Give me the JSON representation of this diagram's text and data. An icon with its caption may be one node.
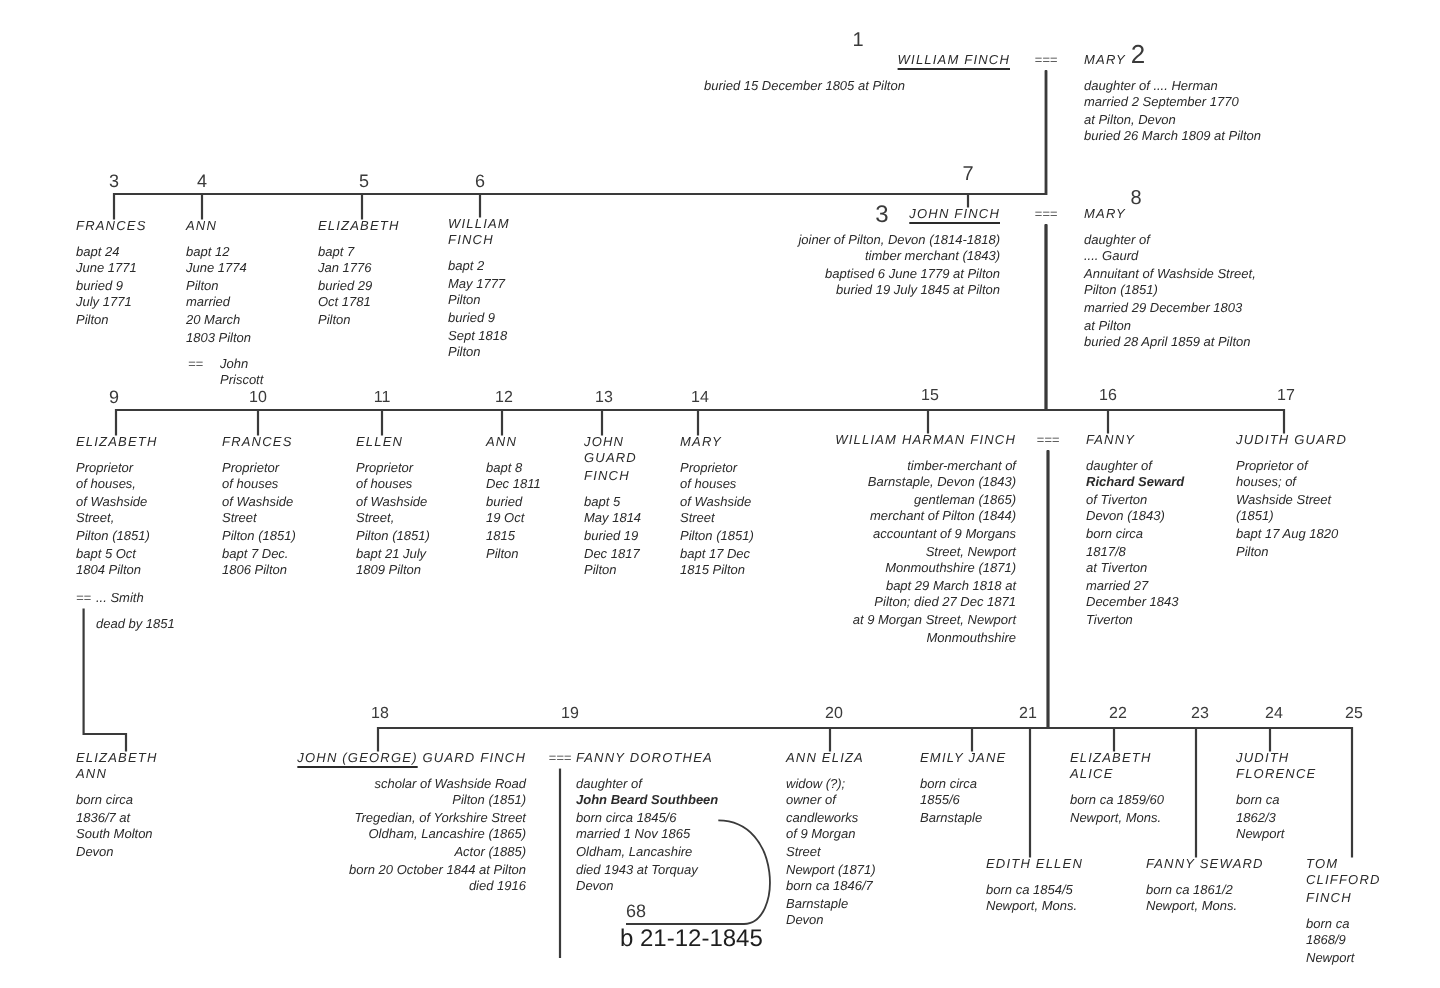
{
  "diagram": {
    "nodes": [
      {
        "text": [
          "WILLIAM FINCH",
          "buried 15 December 1805 at Pilton"
        ]
      },
      {
        "text": [
          "==="
        ]
      },
      {
        "text": [
          "MARY",
          "daughter of .... Herman married 2 September 1770 at Pilton, Devon buried 26 March 1809 at Pilton"
        ]
      },
      {
        "text": [
          "FRANCES",
          "bapt 24 June 1771 buried 9 July 1771 Pilton"
        ]
      },
      {
        "text": [
          "ANN",
          "bapt 12 June 1774 Pilton married 20 March 1803 Pilton"
        ]
      },
      {
        "text": [
          "ELIZABETH",
          "bapt 7 Jan 1776 buried 29 Oct 1781 Pilton"
        ]
      },
      {
        "text": [
          "WILLIAM FINCH",
          "bapt 2 May 1777 Pilton buried 9 Sept 1818 Pilton"
        ]
      },
      {
        "text": [
          "JOHN FINCH",
          "joiner of Pilton, Devon (1814-1818) timber merchant (1843) baptised 6 June 1779 at Pilton buried 19 July 1845 at Pilton"
        ]
      },
      {
        "text": [
          "==="
        ]
      },
      {
        "text": [
          "MARY",
          "daughter of .... Gaurd Annuitant of Washside Street, Pilton (1851) married 29 December 1803 at Pilton buried 28 April 1859 at Pilton"
        ]
      },
      {
        "text": [
          "=="
        ]
      },
      {
        "text": [
          "John Priscott"
        ]
      },
      {
        "text": [
          "ELIZABETH",
          "Proprietor of houses, of Washside Street, Pilton (1851) bapt 5 Oct 1804 Pilton"
        ]
      },
      {
        "text": [
          "FRANCES",
          "Proprietor of houses of Washside Street Pilton (1851) bapt 7 Dec. 1806 Pilton"
        ]
      },
      {
        "text": [
          "ELLEN",
          "Proprietor of houses of Washside Street, Pilton (1851) bapt 21 July 1809 Pilton"
        ]
      },
      {
        "text": [
          "ANN",
          "bapt 8 Dec 1811 buried 19 Oct 1815 Pilton"
        ]
      },
      {
        "text": [
          "JOHN GUARD FINCH",
          "bapt 5 May 1814 buried 19 Dec 1817 Pilton"
        ]
      },
      {
        "text": [
          "MARY",
          "Proprietor of houses of Washside Street Pilton (1851) bapt 17 Dec 1815 Pilton"
        ]
      },
      {
        "text": [
          "WILLIAM HARMAN FINCH",
          "timber-merchant of Barnstaple, Devon (1843) gentleman (1865) merchant of Pilton (1844) accountant of 9 Morgans Street, Newport Monmouthshire (1871) bapt 29 March 1818 at Pilton; died 27 Dec 1871 at 9 Morgan Street, Newport Monmouthshire"
        ]
      },
      {
        "text": [
          "==="
        ]
      },
      {
        "text": [
          "FANNY",
          "daughter of **Richard Seward** of Tiverton Devon (1843) born circa 1817/8 at Tiverton married 27 December 1843 Tiverton"
        ]
      },
      {
        "text": [
          "JUDITH GUARD",
          "Proprietor of houses; of Washside Street (1851) bapt 17 Aug 1820 Pilton"
        ]
      },
      {
        "text": [
          "=="
        ]
      },
      {
        "text": [
          "... Smith",
          "dead by 1851"
        ]
      },
      {
        "text": [
          "ELIZABETH ANN",
          "born circa 1836/7 at South Molton Devon"
        ]
      },
      {
        "text": [
          "JOHN (GEORGE) GUARD FINCH",
          "scholar of Washside Road Pilton (1851) Tregedian, of Yorkshire Street Oldham, Lancashire (1865) Actor (1885) born 20 October 1844 at Pilton died 1916"
        ]
      },
      {
        "text": [
          "==="
        ]
      },
      {
        "text": [
          "FANNY DOROTHEA",
          "daughter of **John Beard Southbeen** born circa 1845/6 married 1 Nov 1865 Oldham, Lancashire died 1943 at Torquay Devon"
        ]
      },
      {
        "text": [
          "ANN ELIZA",
          "widow (?); owner of candleworks of 9 Morgan Street Newport (1871) born ca 1846/7 Barnstaple Devon"
        ]
      },
      {
        "text": [
          "EMILY JANE",
          "born circa 1855/6 Barnstaple"
        ]
      },
      {
        "text": [
          "ELIZABETH ALICE",
          "born ca 1859/60 Newport, Mons."
        ]
      },
      {
        "text": [
          "JUDITH FLORENCE",
          "born ca 1862/3 Newport"
        ]
      },
      {
        "text": [
          "EDITH ELLEN",
          "born ca 1854/5 Newport, Mons."
        ]
      },
      {
        "text": [
          "FANNY SEWARD",
          "born ca 1861/2 Newport, Mons."
        ]
      },
      {
        "text": [
          "TOM CLIFFORD FINCH",
          "born ca 1868/9 Newport"
        ]
      },
      {
        "text": [
          "b 21-12-1845"
        ]
      }
    ],
    "edges": [
      {
        "from": 1,
        "to": 3,
        "arrow": "none"
      },
      {
        "from": 1,
        "to": 4,
        "arrow": "none"
      },
      {
        "from": 1,
        "to": 5,
        "arrow": "none"
      },
      {
        "from": 1,
        "to": 6,
        "arrow": "none"
      },
      {
        "from": 1,
        "to": 7,
        "arrow": "none"
      },
      {
        "from": 8,
        "to": 12,
        "arrow": "none"
      },
      {
        "from": 8,
        "to": 13,
        "arrow": "none"
      },
      {
        "from": 8,
        "to": 14,
        "arrow": "none"
      },
      {
        "from": 8,
        "to": 15,
        "arrow": "none"
      },
      {
        "from": 8,
        "to": 16,
        "arrow": "none"
      },
      {
        "from": 8,
        "to": 17,
        "arrow": "none"
      },
      {
        "from": 8,
        "to": 18,
        "arrow": "none"
      },
      {
        "from": 8,
        "to": 20,
        "arrow": "none"
      },
      {
        "from": 8,
        "to": 21,
        "arrow": "none"
      },
      {
        "from": 22,
        "to": 24,
        "arrow": "none"
      },
      {
        "from": 19,
        "to": 25,
        "arrow": "none"
      },
      {
        "from": 19,
        "to": 28,
        "arrow": "none"
      },
      {
        "from": 19,
        "to": 29,
        "arrow": "none"
      },
      {
        "from": 19,
        "to": 32,
        "arrow": "none"
      },
      {
        "from": 19,
        "to": 30,
        "arrow": "none"
      },
      {
        "from": 19,
        "to": 33,
        "arrow": "none"
      },
      {
        "from": 19,
        "to": 31,
        "arrow": "none"
      },
      {
        "from": 19,
        "to": 34,
        "arrow": "none"
      },
      {
        "from": 26,
        "to": null,
        "arrow": "none"
      },
      {
        "from": 35,
        "to": 27,
        "arrow": "none"
      }
    ],
    "labels": [
      "1",
      "2",
      "3",
      "4",
      "5",
      "6",
      "7",
      "3",
      "8",
      "9",
      "10",
      "11",
      "12",
      "13",
      "14",
      "15",
      "16",
      "17",
      "18",
      "19",
      "20",
      "21",
      "22",
      "23",
      "24",
      "25",
      "68"
    ]
  }
}
